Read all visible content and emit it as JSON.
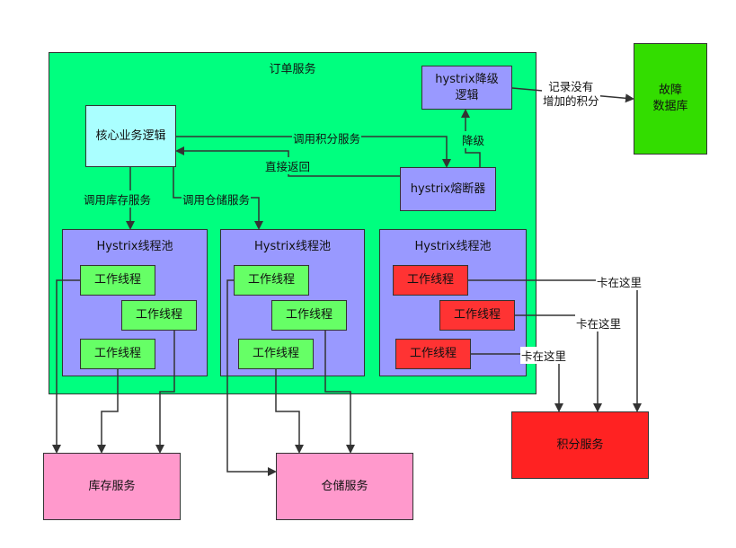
{
  "order_service": {
    "title": "订单服务",
    "color": "#00ff7f"
  },
  "fault_db": {
    "label": "故障\n数据库",
    "color": "#33dd00"
  },
  "core_logic": {
    "label": "核心业务逻辑",
    "color": "#aaffff"
  },
  "fallback": {
    "label": "hystrix降级\n逻辑",
    "color": "#9999ff"
  },
  "breaker": {
    "label": "hystrix熔断器",
    "color": "#9999ff"
  },
  "pools": [
    {
      "title": "Hystrix线程池",
      "threads": [
        "工作线程",
        "工作线程",
        "工作线程"
      ]
    },
    {
      "title": "Hystrix线程池",
      "threads": [
        "工作线程",
        "工作线程",
        "工作线程"
      ]
    },
    {
      "title": "Hystrix线程池",
      "threads": [
        "工作线程",
        "工作线程",
        "工作线程"
      ]
    }
  ],
  "services": {
    "inventory": "库存服务",
    "warehouse": "仓储服务",
    "points": "积分服务"
  },
  "edge_labels": {
    "call_points": "调用积分服务",
    "direct_return": "直接返回",
    "degrade": "降级",
    "call_inventory": "调用库存服务",
    "call_warehouse": "调用仓储服务",
    "record_no_points": "记录没有\n增加的积分",
    "stuck_1": "卡在这里",
    "stuck_2": "卡在这里",
    "stuck_3": "卡在这里"
  },
  "colors": {
    "pool": "#9999ff",
    "thread_ok": "#66ff66",
    "thread_stuck": "#ff3333",
    "service_pink": "#ff99cc",
    "service_red": "#ff2222"
  }
}
